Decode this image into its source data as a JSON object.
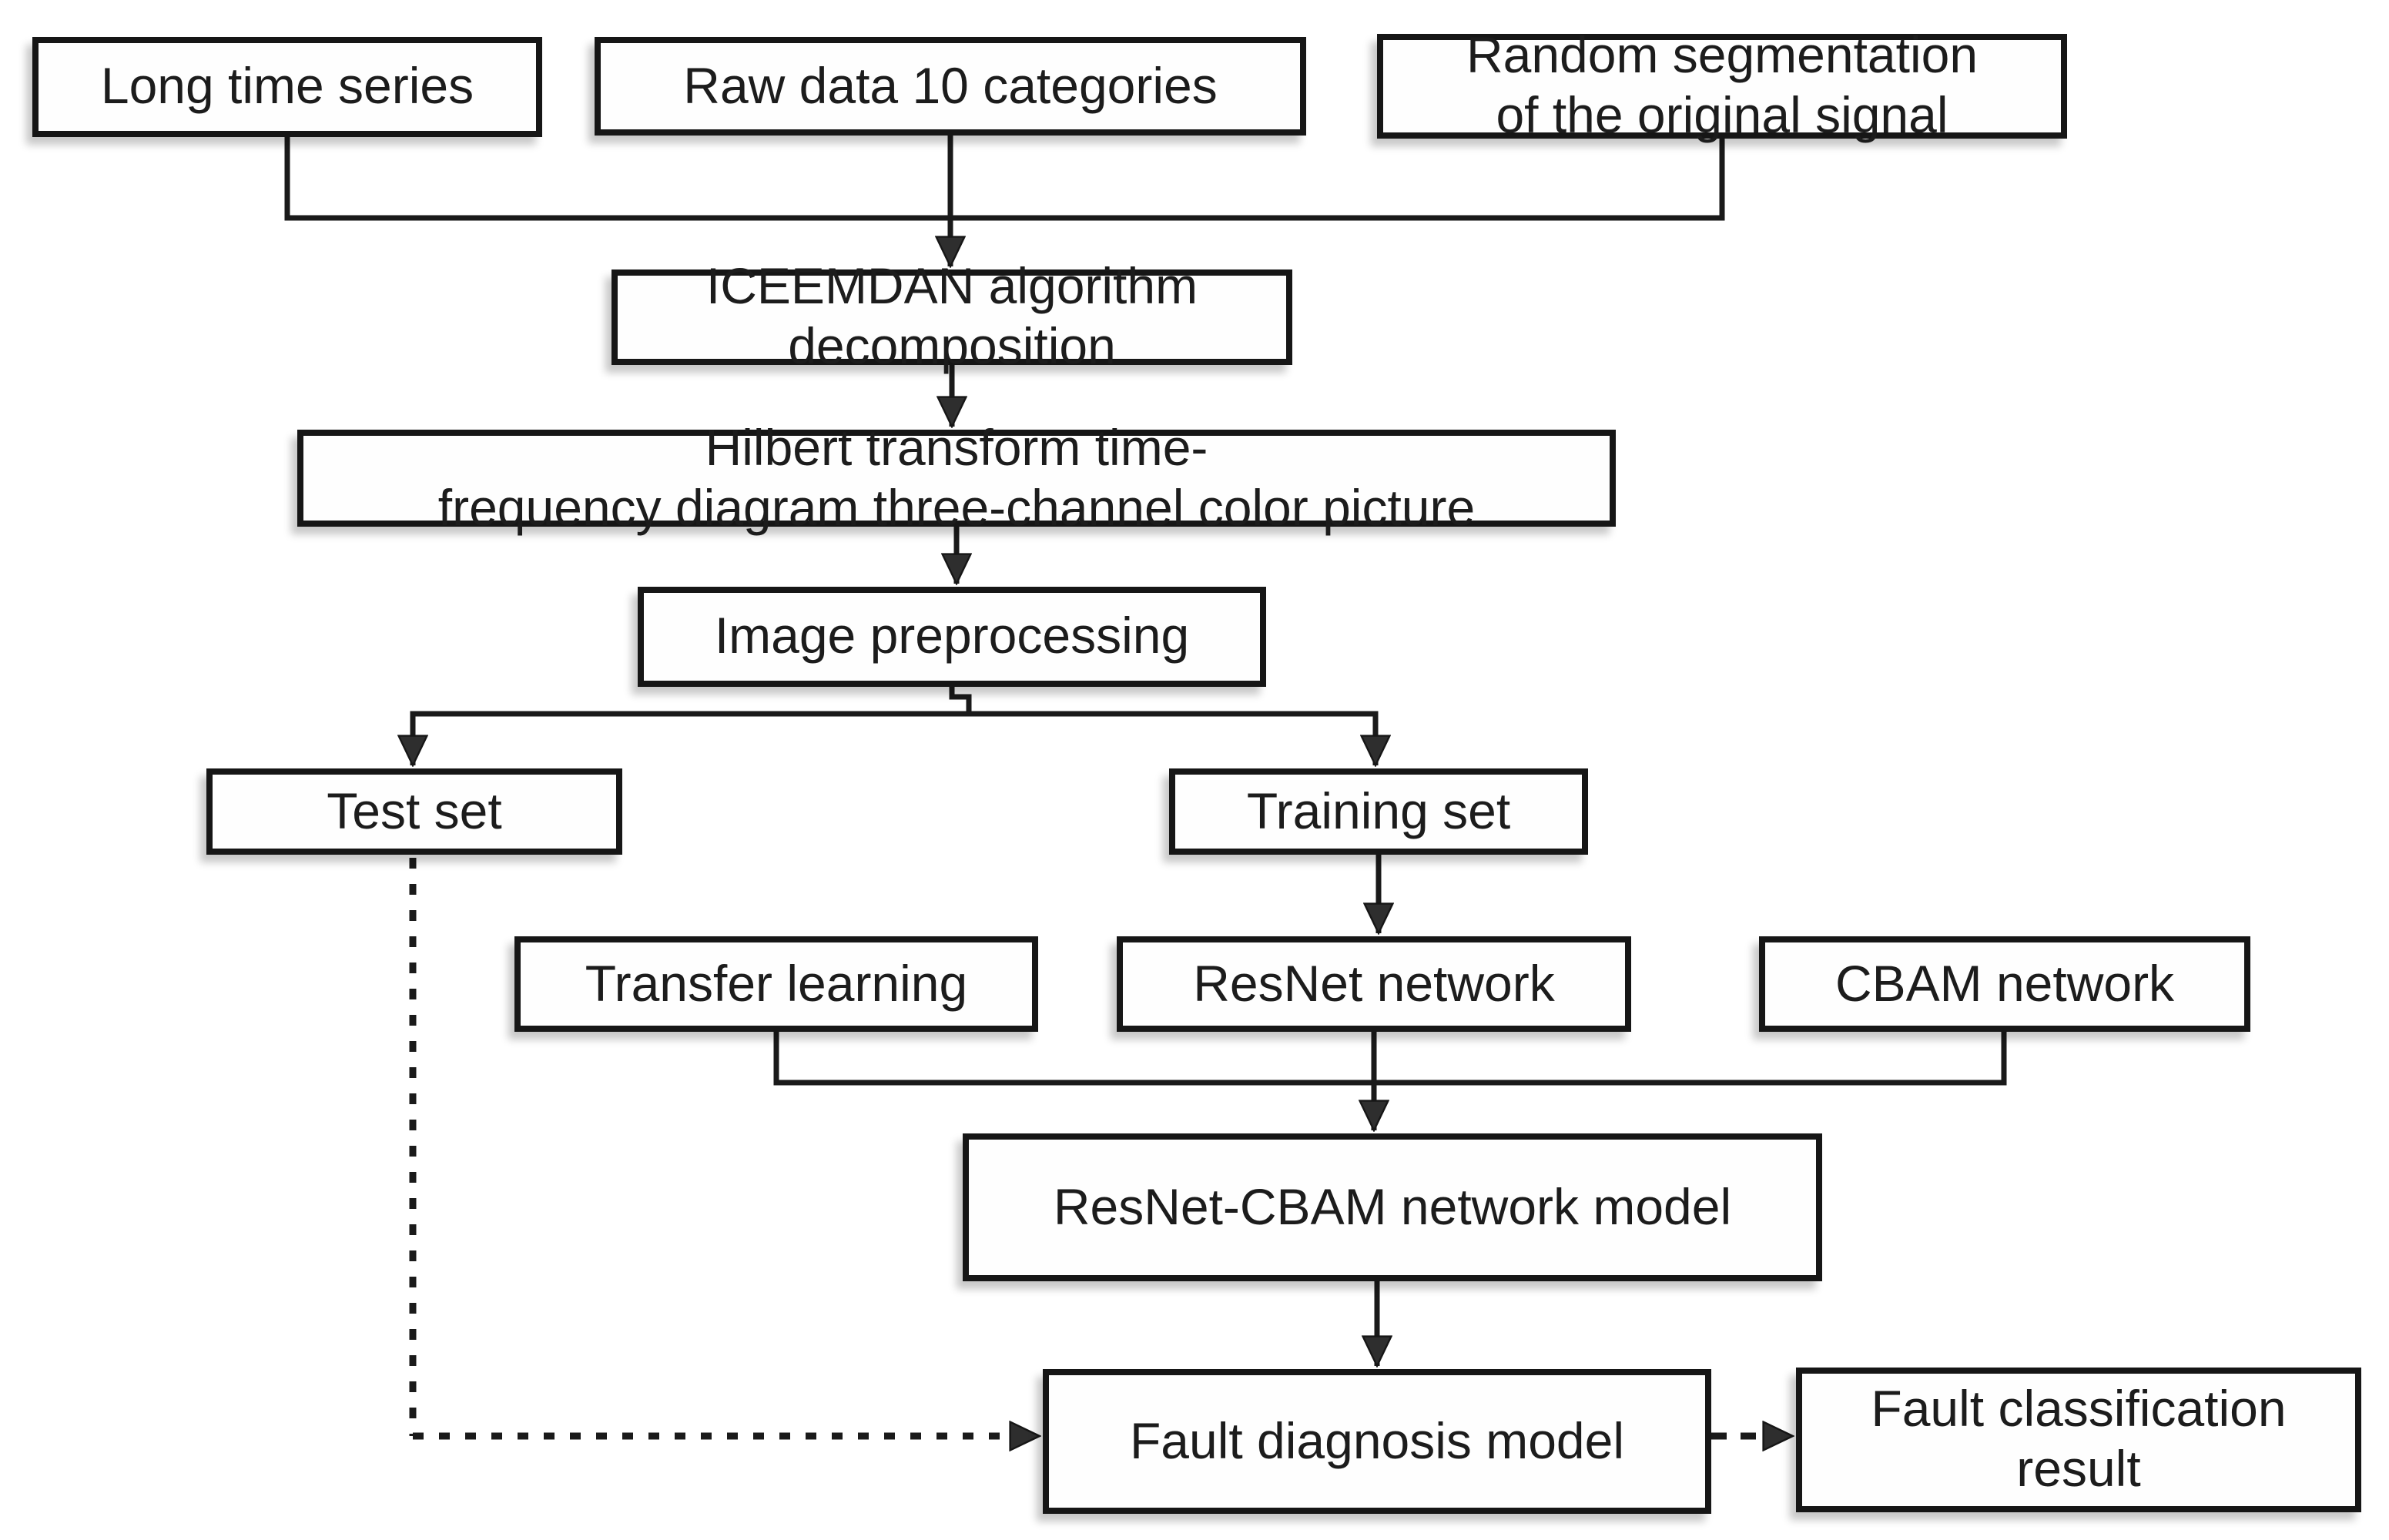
{
  "diagram": {
    "type": "flowchart",
    "colors": {
      "background": "#ffffff",
      "line": "#1a1a1a",
      "box_border": "#161616",
      "box_fill": "#fefefe",
      "text": "#1c1c1c",
      "arrowhead": "#2e2e2e"
    },
    "nodes": [
      {
        "id": "long-time-series",
        "label": "Long time series"
      },
      {
        "id": "raw-data-10-categories",
        "label": "Raw data 10 categories"
      },
      {
        "id": "random-segmentation",
        "label": "Random segmentation\nof the original signal"
      },
      {
        "id": "iceemdan",
        "label": "ICEEMDAN algorithm\ndecomposition"
      },
      {
        "id": "hilbert-transform",
        "label": "Hilbert transform time-\nfrequency diagram three-channel color picture"
      },
      {
        "id": "image-preprocessing",
        "label": "Image preprocessing"
      },
      {
        "id": "test-set",
        "label": "Test set"
      },
      {
        "id": "training-set",
        "label": "Training set"
      },
      {
        "id": "transfer-learning",
        "label": "Transfer learning"
      },
      {
        "id": "resnet-network",
        "label": "ResNet network"
      },
      {
        "id": "cbam-network",
        "label": "CBAM network"
      },
      {
        "id": "resnet-cbam-model",
        "label": "ResNet-CBAM network model"
      },
      {
        "id": "fault-diagnosis-model",
        "label": "Fault diagnosis model"
      },
      {
        "id": "fault-classification-result",
        "label": "Fault classification\nresult"
      }
    ],
    "edges": [
      {
        "from": "long-time-series",
        "to": "iceemdan",
        "style": "solid"
      },
      {
        "from": "raw-data-10-categories",
        "to": "iceemdan",
        "style": "solid"
      },
      {
        "from": "random-segmentation",
        "to": "iceemdan",
        "style": "solid"
      },
      {
        "from": "iceemdan",
        "to": "hilbert-transform",
        "style": "solid"
      },
      {
        "from": "hilbert-transform",
        "to": "image-preprocessing",
        "style": "solid"
      },
      {
        "from": "image-preprocessing",
        "to": "test-set",
        "style": "solid"
      },
      {
        "from": "image-preprocessing",
        "to": "training-set",
        "style": "solid"
      },
      {
        "from": "training-set",
        "to": "resnet-network",
        "style": "solid"
      },
      {
        "from": "transfer-learning",
        "to": "resnet-cbam-model",
        "style": "solid"
      },
      {
        "from": "resnet-network",
        "to": "resnet-cbam-model",
        "style": "solid"
      },
      {
        "from": "cbam-network",
        "to": "resnet-cbam-model",
        "style": "solid"
      },
      {
        "from": "resnet-cbam-model",
        "to": "fault-diagnosis-model",
        "style": "solid"
      },
      {
        "from": "test-set",
        "to": "fault-diagnosis-model",
        "style": "dotted"
      },
      {
        "from": "fault-diagnosis-model",
        "to": "fault-classification-result",
        "style": "dashed"
      }
    ]
  }
}
